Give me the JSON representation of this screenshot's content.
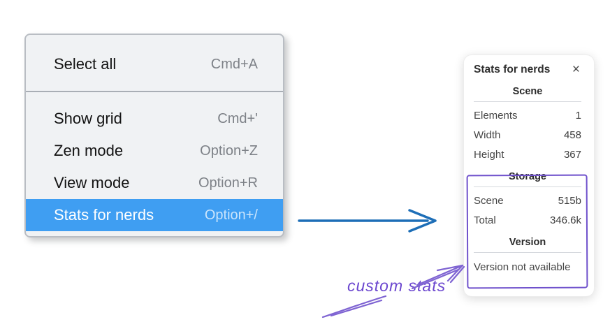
{
  "context_menu": {
    "sections": [
      {
        "items": [
          {
            "label": "Select all",
            "shortcut": "Cmd+A",
            "highlighted": false
          }
        ]
      },
      {
        "items": [
          {
            "label": "Show grid",
            "shortcut": "Cmd+'",
            "highlighted": false
          },
          {
            "label": "Zen mode",
            "shortcut": "Option+Z",
            "highlighted": false
          },
          {
            "label": "View mode",
            "shortcut": "Option+R",
            "highlighted": false
          },
          {
            "label": "Stats for nerds",
            "shortcut": "Option+/",
            "highlighted": true
          }
        ]
      }
    ]
  },
  "stats_panel": {
    "title": "Stats for nerds",
    "close_icon": "×",
    "sections": [
      {
        "heading": "Scene",
        "rows": [
          {
            "label": "Elements",
            "value": "1"
          },
          {
            "label": "Width",
            "value": "458"
          },
          {
            "label": "Height",
            "value": "367"
          }
        ]
      },
      {
        "heading": "Storage",
        "rows": [
          {
            "label": "Scene",
            "value": "515b"
          },
          {
            "label": "Total",
            "value": "346.6k"
          }
        ]
      },
      {
        "heading": "Version",
        "note": "Version not available"
      }
    ]
  },
  "annotation": {
    "label": "custom stats"
  },
  "colors": {
    "menu_highlight_blue": "#3f9ef2",
    "menu_background": "#f0f2f4",
    "arrow_blue": "#1d6eb7",
    "annotation_purple": "#6b46cf",
    "sketch_purple": "#7e63d2"
  }
}
